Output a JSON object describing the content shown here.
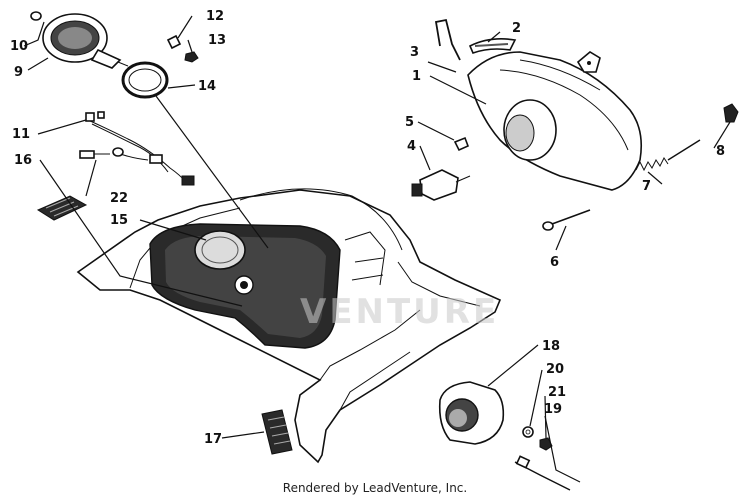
{
  "callouts": {
    "c1": "1",
    "c2": "2",
    "c3": "3",
    "c4": "4",
    "c5": "5",
    "c6": "6",
    "c7": "7",
    "c8": "8",
    "c9": "9",
    "c10": "10",
    "c11": "11",
    "c12": "12",
    "c13": "13",
    "c14": "14",
    "c15": "15",
    "c16": "16",
    "c17": "17",
    "c18": "18",
    "c19": "19",
    "c20": "20",
    "c21": "21",
    "c22": "22"
  },
  "watermark": {
    "text": "VENTURE"
  },
  "footer": {
    "text": "Rendered by LeadVenture, Inc."
  }
}
